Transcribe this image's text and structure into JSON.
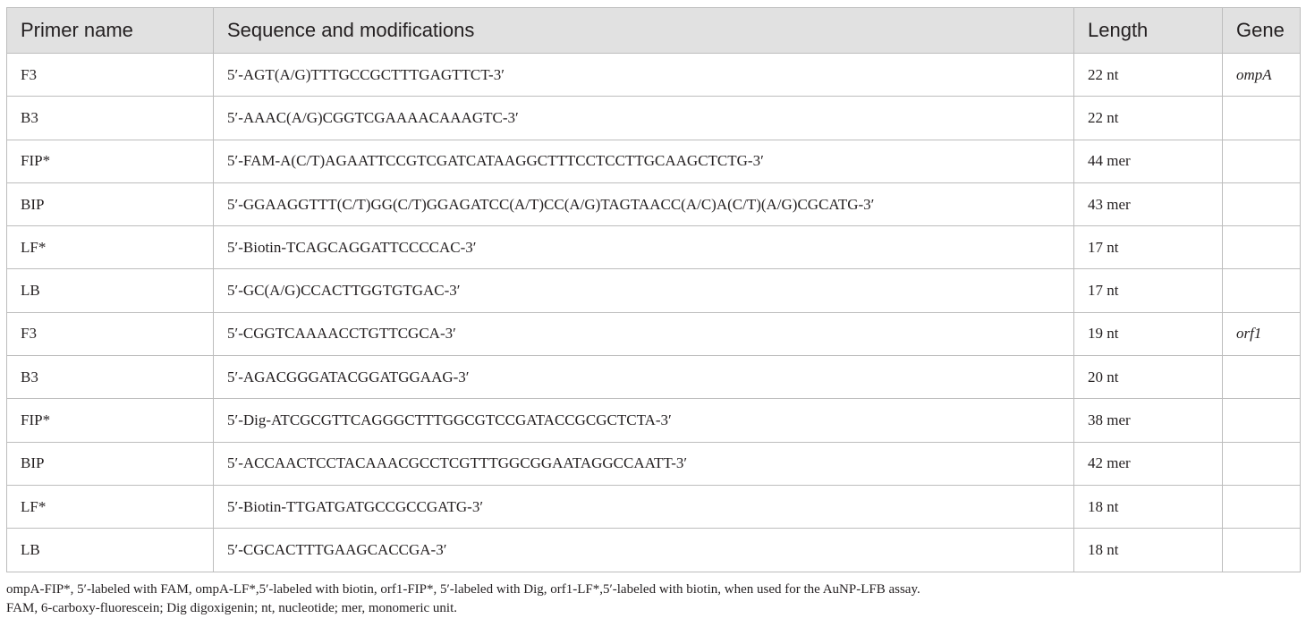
{
  "table": {
    "headers": [
      "Primer name",
      "Sequence and modifications",
      "Length",
      "Gene"
    ],
    "rows": [
      {
        "name": "F3",
        "sequence": "5′-AGT(A/G)TTTGCCGCTTTGAGTTCT-3′",
        "length": "22 nt",
        "gene": "ompA"
      },
      {
        "name": "B3",
        "sequence": "5′-AAAC(A/G)CGGTCGAAAACAAAGTC-3′",
        "length": "22 nt",
        "gene": ""
      },
      {
        "name": "FIP*",
        "sequence": "5′-FAM-A(C/T)AGAATTCCGTCGATCATAAGGCTTTCCTCCTTGCAAGCTCTG-3′",
        "length": "44 mer",
        "gene": ""
      },
      {
        "name": "BIP",
        "sequence": "5′-GGAAGGTTT(C/T)GG(C/T)GGAGATCC(A/T)CC(A/G)TAGTAACC(A/C)A(C/T)(A/G)CGCATG-3′",
        "length": "43 mer",
        "gene": ""
      },
      {
        "name": "LF*",
        "sequence": "5′-Biotin-TCAGCAGGATTCCCCAC-3′",
        "length": "17 nt",
        "gene": ""
      },
      {
        "name": "LB",
        "sequence": "5′-GC(A/G)CCACTTGGTGTGAC-3′",
        "length": "17 nt",
        "gene": ""
      },
      {
        "name": "F3",
        "sequence": "5′-CGGTCAAAACCTGTTCGCA-3′",
        "length": "19 nt",
        "gene": "orf1"
      },
      {
        "name": "B3",
        "sequence": "5′-AGACGGGATACGGATGGAAG-3′",
        "length": "20 nt",
        "gene": ""
      },
      {
        "name": "FIP*",
        "sequence": "5′-Dig-ATCGCGTTCAGGGCTTTGGCGTCCGATACCGCGCTCTA-3′",
        "length": "38 mer",
        "gene": ""
      },
      {
        "name": "BIP",
        "sequence": "5′-ACCAACTCCTACAAACGCCTCGTTTGGCGGAATAGGCCAATT-3′",
        "length": "42 mer",
        "gene": ""
      },
      {
        "name": "LF*",
        "sequence": "5′-Biotin-TTGATGATGCCGCCGATG-3′",
        "length": "18 nt",
        "gene": ""
      },
      {
        "name": "LB",
        "sequence": "5′-CGCACTTTGAAGCACCGA-3′",
        "length": "18 nt",
        "gene": ""
      }
    ]
  },
  "footnotes": [
    "ompA-FIP*, 5′-labeled with FAM, ompA-LF*,5′-labeled with biotin, orf1-FIP*, 5′-labeled with Dig, orf1-LF*,5′-labeled with biotin, when used for the AuNP-LFB assay.",
    "FAM, 6-carboxy-fluorescein; Dig digoxigenin; nt, nucleotide; mer, monomeric unit."
  ],
  "colors": {
    "header_bg": "#e1e1e1",
    "border": "#bdbdbd",
    "text": "#231f20"
  }
}
